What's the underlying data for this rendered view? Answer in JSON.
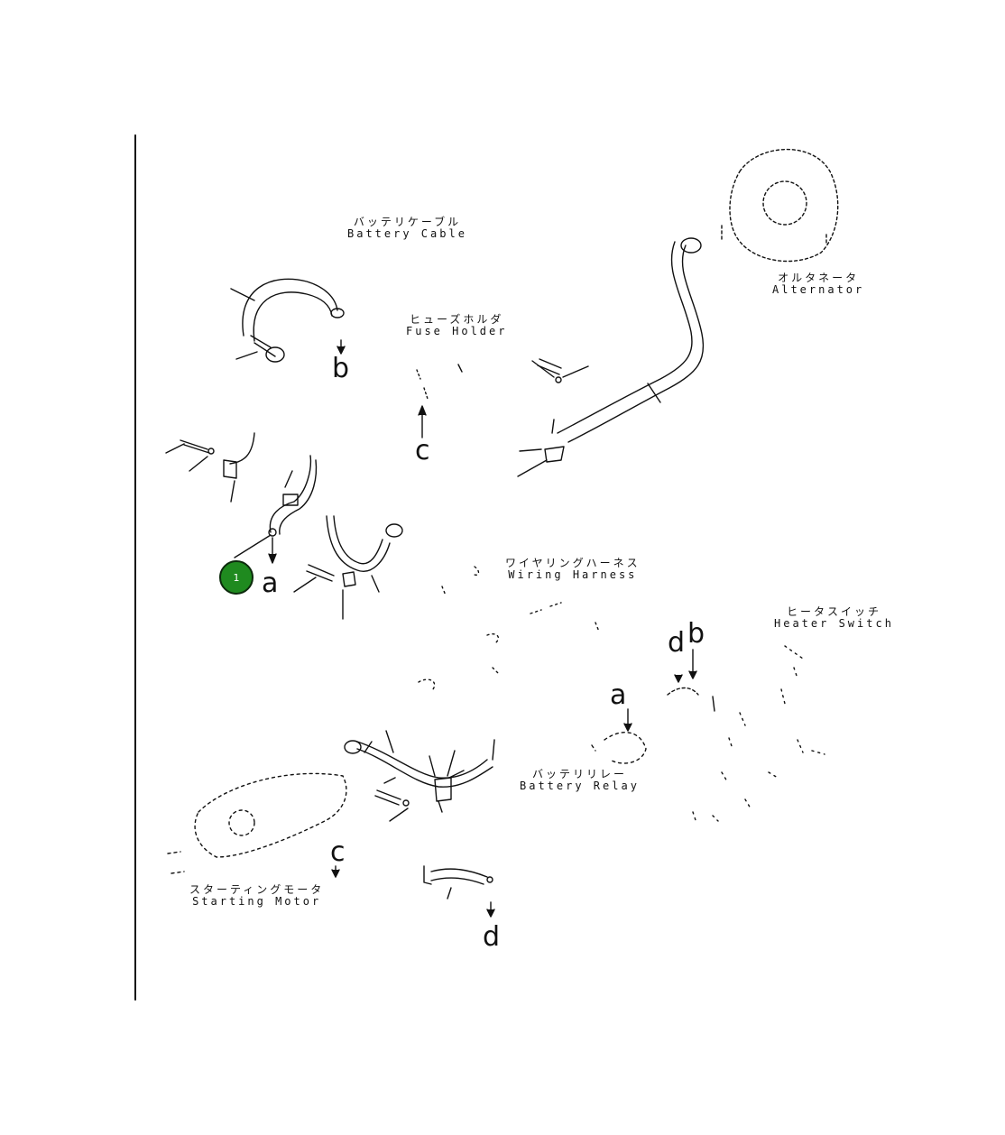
{
  "labels": {
    "battery_cable": {
      "jp": "バッテリケーブル",
      "en": "Battery Cable"
    },
    "fuse_holder": {
      "jp": "ヒューズホルダ",
      "en": "Fuse Holder"
    },
    "alternator": {
      "jp": "オルタネータ",
      "en": "Alternator"
    },
    "wiring_harness": {
      "jp": "ワイヤリングハーネス",
      "en": "Wiring Harness"
    },
    "heater_switch": {
      "jp": "ヒータスイッチ",
      "en": "Heater Switch"
    },
    "battery_relay": {
      "jp": "バッテリリレー",
      "en": "Battery Relay"
    },
    "starting_motor": {
      "jp": "スターティングモータ",
      "en": "Starting Motor"
    }
  },
  "connectors": {
    "b_top": "b",
    "c_mid": "c",
    "a_left": "a",
    "d_relay": "d",
    "b_relay": "b",
    "a_relay": "a",
    "c_bottom": "c",
    "d_bottom": "d"
  },
  "badge": {
    "number": "1",
    "color": "#1f8a1f"
  }
}
